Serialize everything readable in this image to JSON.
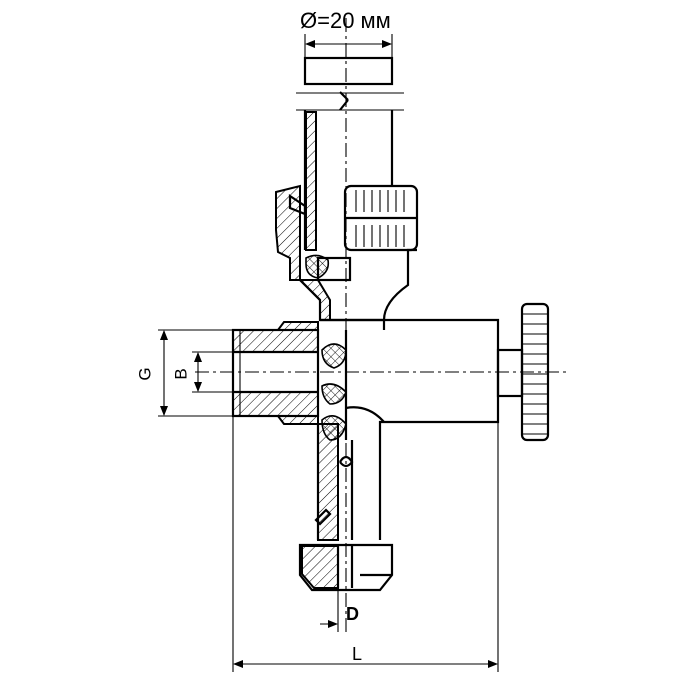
{
  "labels": {
    "diameter": "Ø=20 мм",
    "g": "G",
    "b": "B",
    "d": "D",
    "l": "L"
  },
  "colors": {
    "line": "#000000",
    "background": "#ffffff"
  }
}
